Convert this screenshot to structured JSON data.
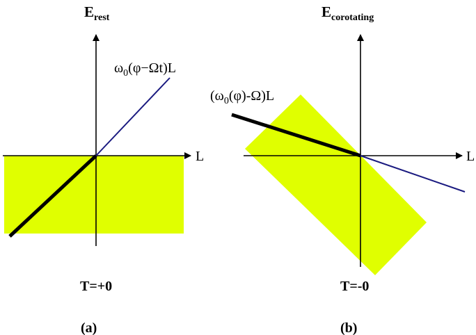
{
  "panel_a": {
    "axis_y_label": "E",
    "axis_y_sub": "rest",
    "axis_x_label": "L",
    "line_label_omega": "ω",
    "line_label_sub": "0",
    "line_label_rest": "(φ−Ωt)L",
    "temperature_label": "T=+0",
    "caption": "(a)"
  },
  "panel_b": {
    "axis_y_label": "E",
    "axis_y_sub": "corotating",
    "axis_x_label": "L",
    "line_label_pre": "(ω",
    "line_label_sub": "0",
    "line_label_rest": "(φ)-Ω)L",
    "temperature_label": "T=-0",
    "caption": "(b)"
  },
  "colors": {
    "region_fill": "#e0ff00",
    "axis": "#000000",
    "thin_line": "#1a1a80",
    "thick_line": "#000000"
  }
}
